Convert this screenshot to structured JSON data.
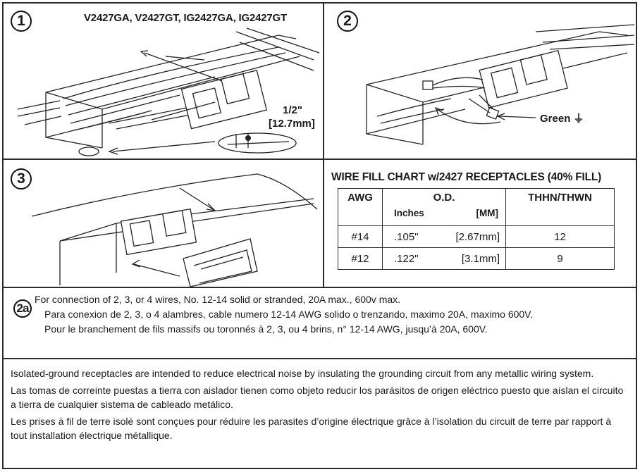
{
  "steps": {
    "step1": {
      "badge": "1",
      "models": "V2427GA, V2427GT, IG2427GA, IG2427GT",
      "strip_length": "1/2\"",
      "strip_length_mm": "[12.7mm]"
    },
    "step2": {
      "badge": "2",
      "ground_label": "Green ⏚"
    },
    "step3": {
      "badge": "3"
    }
  },
  "wire_fill": {
    "title": "WIRE FILL CHART w/2427 RECEPTACLES (40% FILL)",
    "headers": {
      "awg": "AWG",
      "od": "O.D.",
      "od_inches": "Inches",
      "od_mm": "[MM]",
      "thhn": "THHN/THWN"
    },
    "rows": [
      {
        "awg": "#14",
        "od_in": ".105\"",
        "od_mm": "[2.67mm]",
        "thhn": "12"
      },
      {
        "awg": "#12",
        "od_in": ".122\"",
        "od_mm": "[3.1mm]",
        "thhn": "9"
      }
    ]
  },
  "note_2a": {
    "badge": "2a",
    "lines": [
      "For connection of 2, 3, or 4 wires, No. 12-14 solid or stranded, 20A max., 600v max.",
      "Para conexion de 2, 3, o 4 alambres, cable numero 12-14 AWG solido o trenzando, maximo 20A, maximo 600V.",
      "Pour le branchement de fils massifs ou toronnés à 2, 3, ou 4 brins, n° 12-14 AWG, jusqu’à 20A, 600V."
    ]
  },
  "isolated_ground": {
    "paragraphs": [
      "Isolated-ground receptacles are intended to reduce electrical noise by insulating the grounding circuit from any metallic wiring system.",
      "Las tomas de correinte puestas a tierra con aislador tienen como objeto reducir los parásitos de origen eléctrico puesto que aíslan el circuito a tierra de cualquier sistema de cableado metálico.",
      "Les prises à fil de terre isolé sont conçues pour réduire les parasites d’origine électrique grâce à l’isolation du circuit de terre par rapport à tout installation électrique métallique."
    ]
  }
}
